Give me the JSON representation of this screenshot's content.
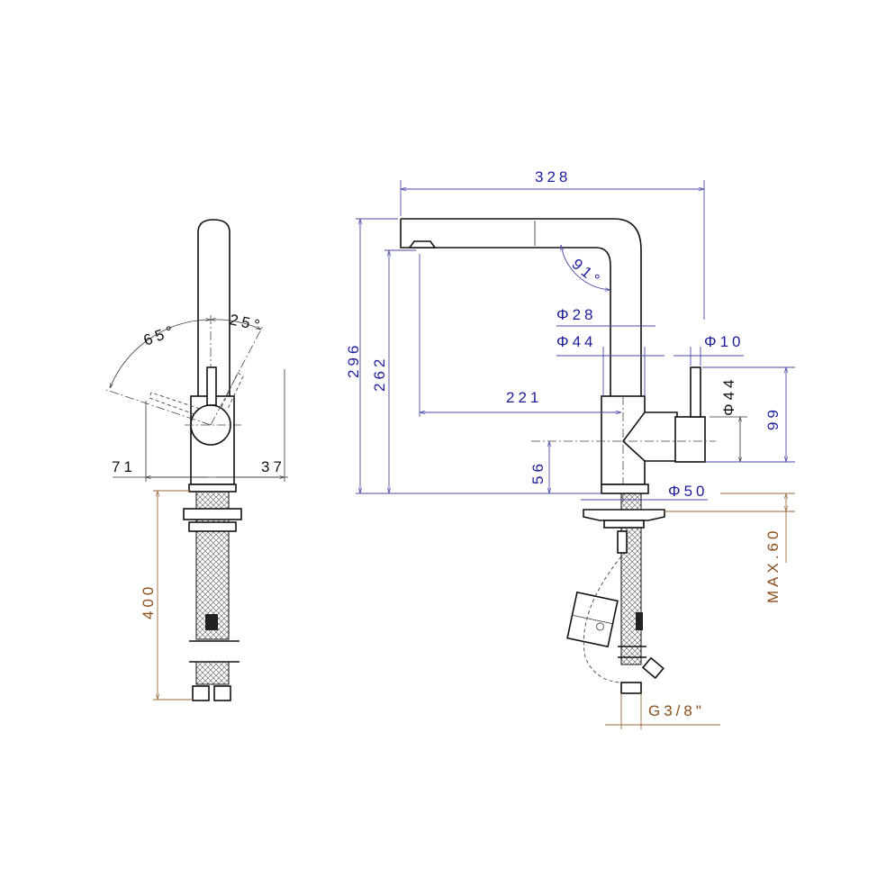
{
  "colors": {
    "dimension_blue": "#1c1c9c",
    "dimension_brown": "#8a4f1c",
    "outline": "#111111"
  },
  "side_view": {
    "angle_left": "65°",
    "angle_right": "25°",
    "offset_left": "71",
    "offset_right": "37",
    "hose_length": "400"
  },
  "front_view": {
    "reach": "328",
    "total_height": "296",
    "spout_height": "262",
    "spout_to_center": "221",
    "spout_angle": "91°",
    "spout_diameter": "Φ28",
    "body_diameter": "Φ44",
    "lever_diameter": "Φ10",
    "handle_diameter": "Φ44",
    "handle_height": "99",
    "axis_height": "56",
    "base_diameter": "Φ50",
    "max_deck_thickness": "MAX.60",
    "thread": "G3/8\""
  }
}
